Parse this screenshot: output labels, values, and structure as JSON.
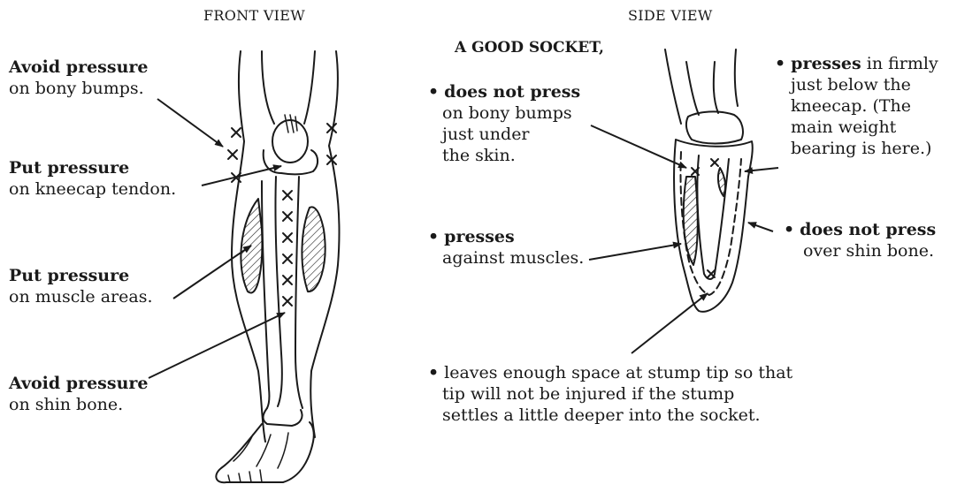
{
  "front": {
    "title": "FRONT VIEW",
    "labels": [
      {
        "bold": "Avoid pressure",
        "text": "on bony bumps."
      },
      {
        "bold": "Put pressure",
        "text": "on kneecap tendon."
      },
      {
        "bold": "Put pressure",
        "text": "on muscle areas."
      },
      {
        "bold": "Avoid pressure",
        "text": "on shin bone."
      }
    ]
  },
  "side": {
    "title": "SIDE VIEW",
    "heading": "A GOOD SOCKET,",
    "items": [
      {
        "bullet": "•",
        "bold": "does not press",
        "lines": [
          "on bony bumps",
          "just under",
          "the skin."
        ]
      },
      {
        "bullet": "•",
        "bold": "presses",
        "lines": [
          "against muscles."
        ]
      },
      {
        "bullet": "•",
        "bold": "presses",
        "after": " in firmly",
        "lines": [
          "just below the",
          "kneecap. (The",
          "main weight",
          "bearing is here.)"
        ]
      },
      {
        "bullet": "•",
        "bold": "does not press",
        "lines": [
          "over shin bone."
        ]
      },
      {
        "bullet": "•",
        "text": "leaves enough space at stump tip so that",
        "lines": [
          "tip will not be injured if the stump",
          "settles a little deeper into the socket."
        ]
      }
    ]
  }
}
